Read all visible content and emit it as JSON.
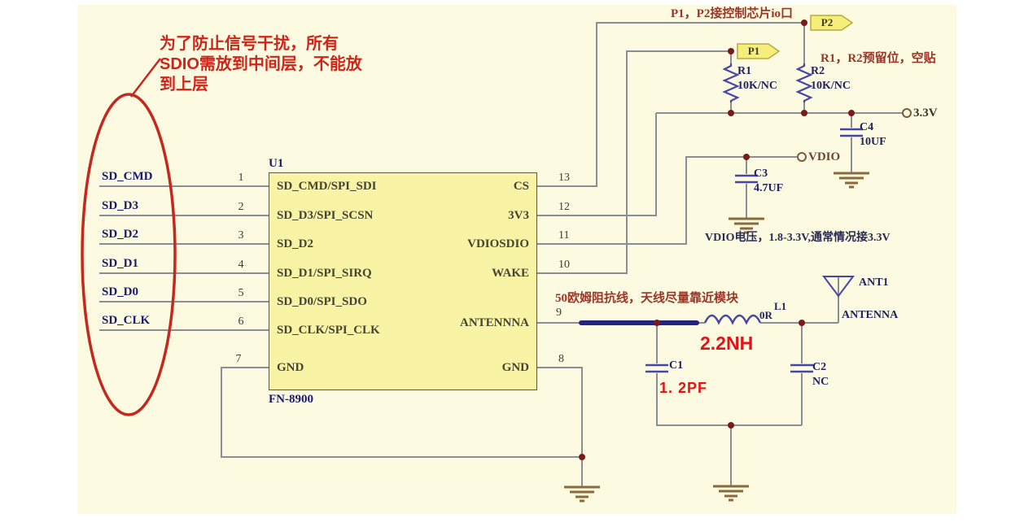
{
  "colors": {
    "background": "#FFFFFF",
    "canvas": "#FCFAE1",
    "ic_fill": "#F9F3A6",
    "wire": "#8C8C96",
    "symbol_blue": "#4646A8",
    "rf_trace_navy": "#24247E",
    "ground_brown": "#8A6A3C",
    "junction_red": "#7A1A1A",
    "net_text_navy": "#1A1A6B",
    "annotation_red": "#D02418",
    "annotation_brick": "#9A3528",
    "flag_yellow": "#F6EE7A"
  },
  "annotations": {
    "sdio_note": "为了防止信号干扰，所有\nSDIO需放到中间层，不能放\n到上层",
    "p1p2_note": "P1，P2接控制芯片io口",
    "r1r2_note": "R1，R2预留位，空贴",
    "vdio_note": "VDIO电压，1.8-3.3V,通常情况接3.3V",
    "rf_note": "50欧姆阻抗线，天线尽量靠近模块"
  },
  "ic": {
    "refdes": "U1",
    "part_number": "FN-8900",
    "left_pins": [
      {
        "num": "1",
        "net": "SD_CMD",
        "label": "SD_CMD/SPI_SDI"
      },
      {
        "num": "2",
        "net": "SD_D3",
        "label": "SD_D3/SPI_SCSN"
      },
      {
        "num": "3",
        "net": "SD_D2",
        "label": "SD_D2"
      },
      {
        "num": "4",
        "net": "SD_D1",
        "label": "SD_D1/SPI_SIRQ"
      },
      {
        "num": "5",
        "net": "SD_D0",
        "label": "SD_D0/SPI_SDO"
      },
      {
        "num": "6",
        "net": "SD_CLK",
        "label": "SD_CLK/SPI_CLK"
      },
      {
        "num": "7",
        "net": "",
        "label": "GND"
      }
    ],
    "right_pins": [
      {
        "num": "13",
        "label": "CS"
      },
      {
        "num": "12",
        "label": "3V3"
      },
      {
        "num": "11",
        "label": "VDIOSDIO"
      },
      {
        "num": "10",
        "label": "WAKE"
      },
      {
        "num": "9",
        "label": "ANTENNNA"
      },
      {
        "num": "8",
        "label": "GND"
      }
    ]
  },
  "components": {
    "R1": {
      "ref": "R1",
      "value": "10K/NC"
    },
    "R2": {
      "ref": "R2",
      "value": "10K/NC"
    },
    "C1": {
      "ref": "C1",
      "value": "1. 2PF"
    },
    "C2": {
      "ref": "C2",
      "value": "NC"
    },
    "C3": {
      "ref": "C3",
      "value": "4.7UF"
    },
    "C4": {
      "ref": "C4",
      "value": "10UF"
    },
    "L1": {
      "ref": "L1",
      "value": "0R",
      "note": "2.2NH"
    },
    "ANT1": {
      "ref": "ANT1",
      "label": "ANTENNA"
    }
  },
  "ports": {
    "p1": "P1",
    "p2": "P2",
    "v33": "3.3V",
    "vdio": "VDIO"
  }
}
